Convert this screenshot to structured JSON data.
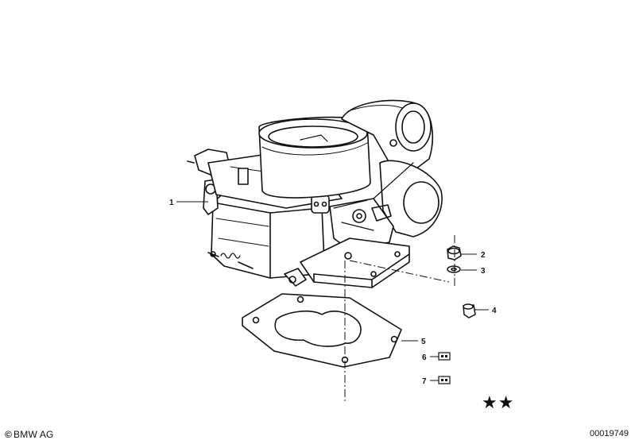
{
  "callouts": [
    {
      "number": "1"
    },
    {
      "number": "2"
    },
    {
      "number": "3"
    },
    {
      "number": "4"
    },
    {
      "number": "5"
    },
    {
      "number": "6",
      "symbol": "small-part-box-icon"
    },
    {
      "number": "7",
      "symbol": "small-part-box-icon"
    }
  ],
  "footer": {
    "copyright_mark": "©",
    "copyright_text": "BMW AG",
    "diagram_id": "00019749",
    "stars": "★★"
  },
  "colors": {
    "line": "#111111",
    "background": "#ffffff"
  }
}
